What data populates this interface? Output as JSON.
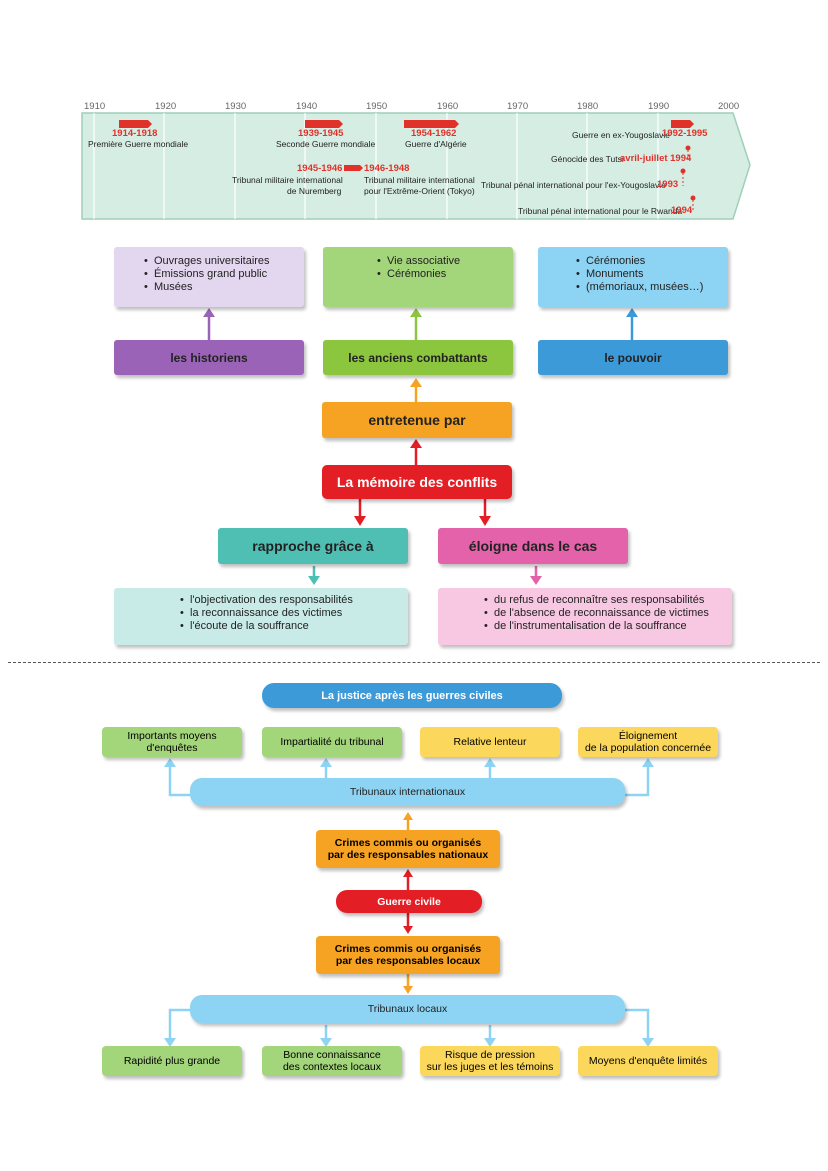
{
  "timeline": {
    "years": [
      "1910",
      "1920",
      "1930",
      "1940",
      "1950",
      "1960",
      "1970",
      "1980",
      "1990",
      "2000"
    ],
    "events": [
      {
        "dates": "1914-1918",
        "label": "Première Guerre mondiale"
      },
      {
        "dates": "1939-1945",
        "label": "Seconde Guerre mondiale"
      },
      {
        "dates": "1954-1962",
        "label": "Guerre d'Algérie"
      },
      {
        "dates": "1992-1995",
        "label": "Guerre en ex-Yougoslavie"
      },
      {
        "dates": "avril-juillet 1994",
        "label": "Génocide des Tutsi"
      },
      {
        "dates": "1945-1946",
        "label_line1": "Tribunal militaire international",
        "label_line2": "de Nuremberg"
      },
      {
        "dates": "1946-1948",
        "label_line1": "Tribunal militaire international",
        "label_line2": "pour l'Extrême-Orient (Tokyo)"
      },
      {
        "dates": "1993",
        "label": "Tribunal pénal international pour l'ex-Yougoslavie"
      },
      {
        "dates": "1994",
        "label": "Tribunal pénal international pour le Rwanda"
      }
    ]
  },
  "memory": {
    "historians": {
      "label": "les historiens",
      "items": [
        "Ouvrages universitaires",
        "Émissions grand public",
        "Musées"
      ]
    },
    "veterans": {
      "label": "les anciens combattants",
      "items": [
        "Vie associative",
        "Cérémonies"
      ]
    },
    "power": {
      "label": "le pouvoir",
      "items": [
        "Cérémonies",
        "Monuments",
        "(mémoriaux, musées…)"
      ]
    },
    "maintained": "entretenue par",
    "center": "La mémoire des conflits",
    "brings_closer": {
      "label": "rapproche grâce à",
      "items": [
        "l'objectivation des responsabilités",
        "la reconnaissance des victimes",
        "l'écoute de la souffrance"
      ]
    },
    "distances": {
      "label": "éloigne dans le cas",
      "items": [
        "du refus de reconnaître ses responsabilités",
        "de l'absence de reconnaissance de victimes",
        "de l'instrumentalisation de la souffrance"
      ]
    }
  },
  "justice": {
    "title": "La justice après les guerres civiles",
    "international_effects": [
      "Importants moyens d'enquêtes",
      "Impartialité du tribunal",
      "Relative lenteur",
      "Éloignement",
      "de la population concernée"
    ],
    "international": "Tribunaux internationaux",
    "crimes_national": [
      "Crimes commis ou organisés",
      "par des responsables nationaux"
    ],
    "civil_war": "Guerre civile",
    "crimes_local": [
      "Crimes commis ou organisés",
      "par des responsables locaux"
    ],
    "local": "Tribunaux locaux",
    "local_effects": [
      "Rapidité plus grande",
      "Bonne connaissance",
      "des contextes locaux",
      "Risque de pression",
      "sur les juges et les témoins",
      "Moyens d'enquête limités"
    ]
  },
  "colors": {
    "red": "#e31e24",
    "orange": "#f6a323",
    "purple": "#9b63b8",
    "green": "#8cc63f",
    "blue": "#3d9ad9",
    "teal": "#4fbfb4",
    "pink": "#e462a9",
    "light_green": "#a3d57a",
    "light_yellow": "#fbd75b",
    "light_blue": "#8dd3f3"
  }
}
